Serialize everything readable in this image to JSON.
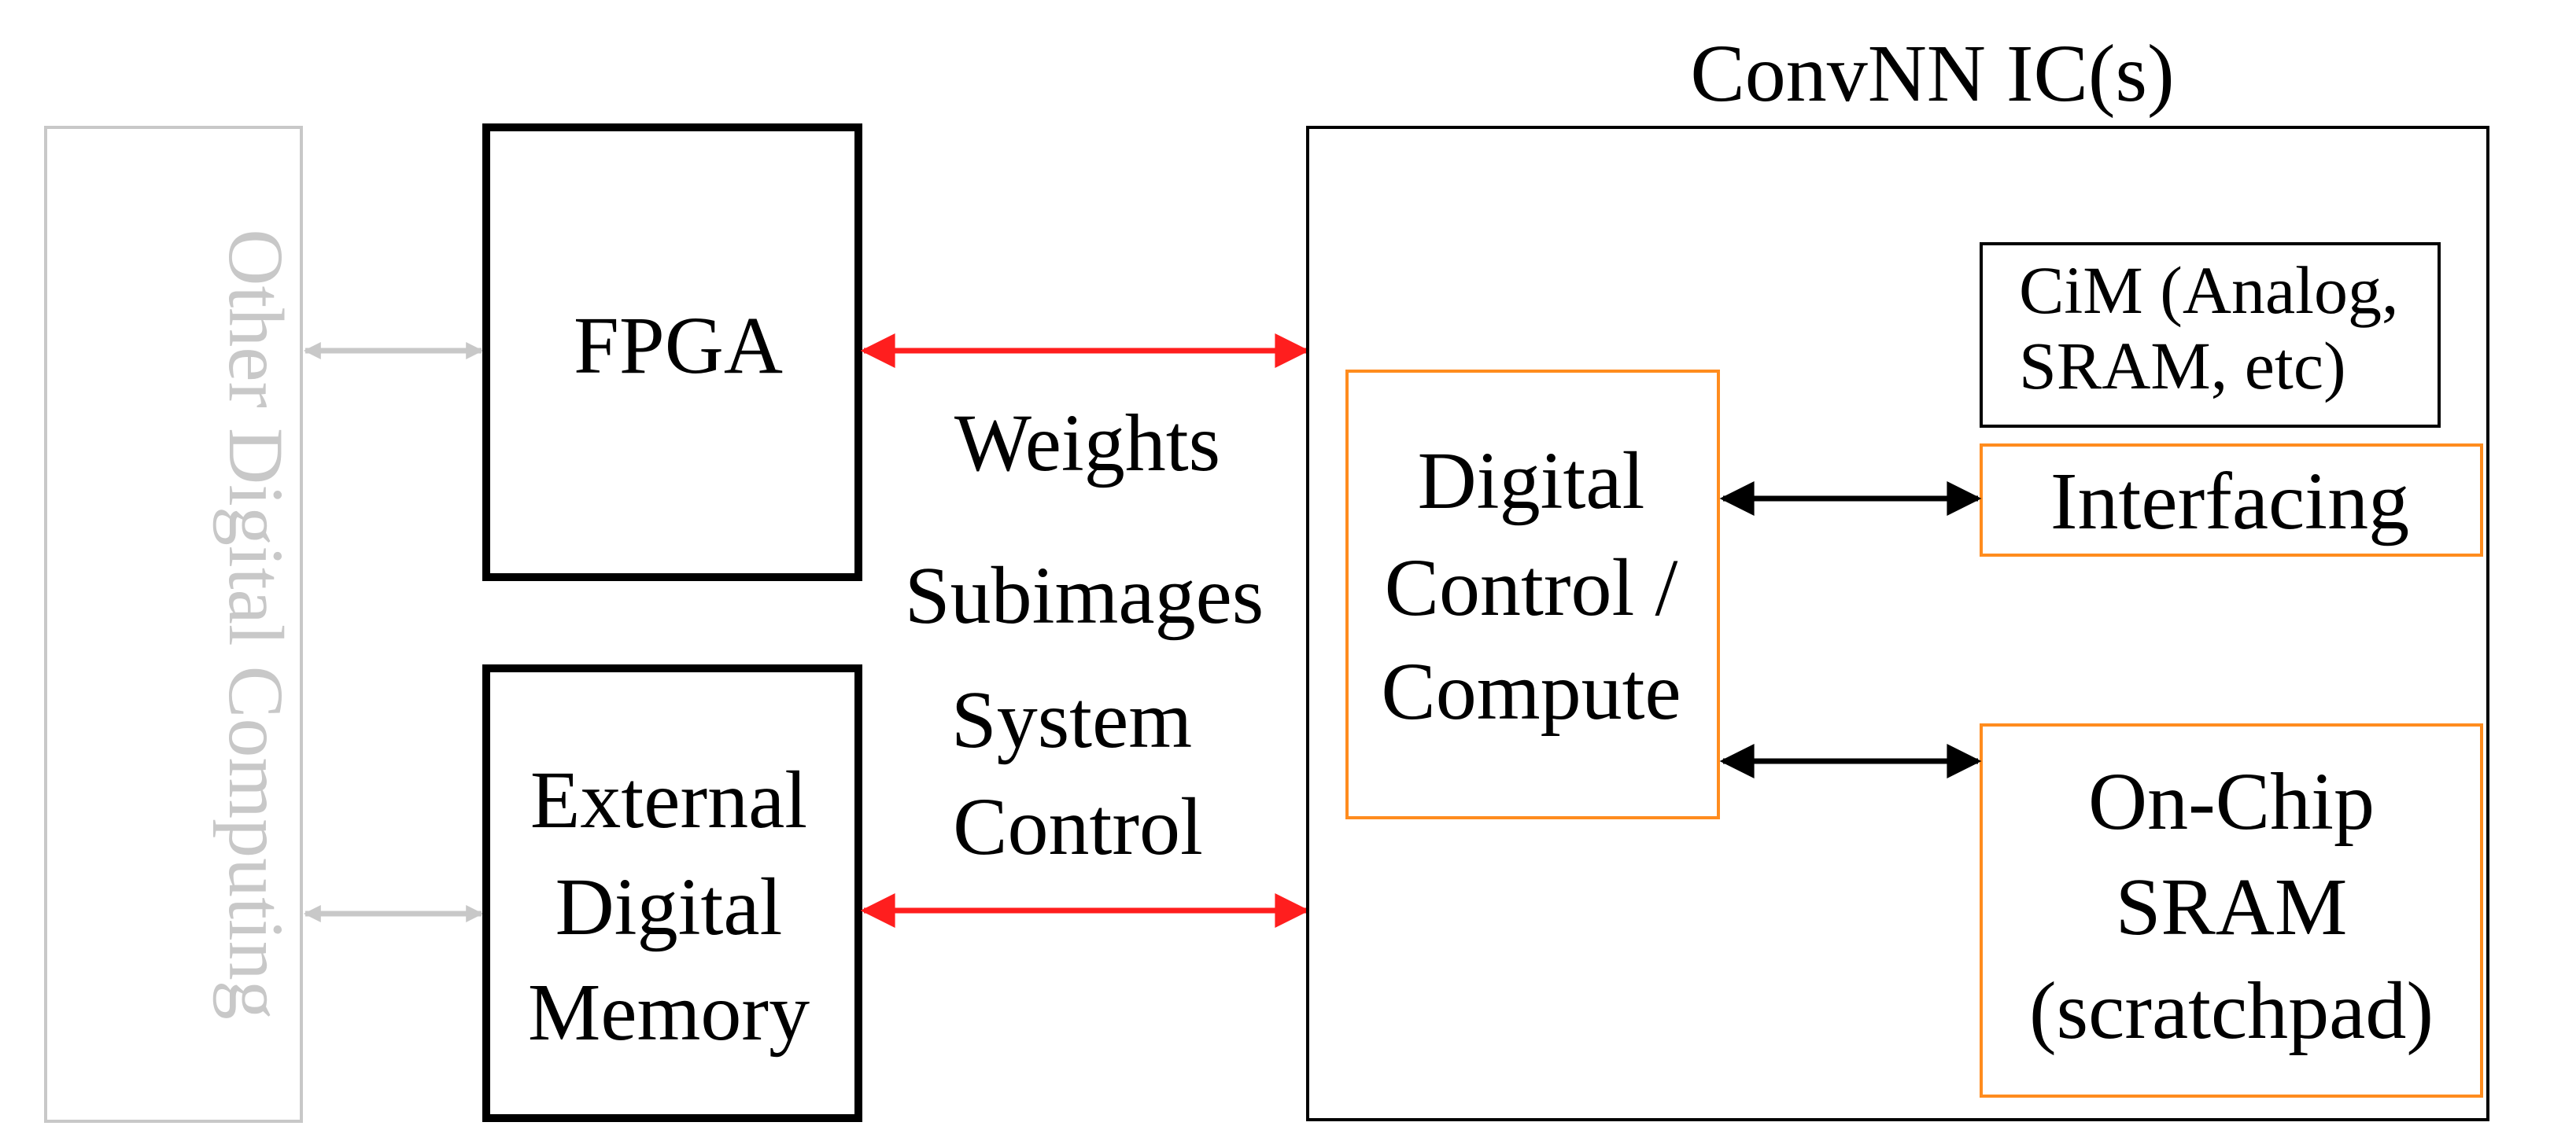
{
  "diagram": {
    "title": "ConvNN IC(s)",
    "other_computing": {
      "label": "Other Digital Computing"
    },
    "fpga": {
      "label": "FPGA"
    },
    "external_memory": {
      "lines": [
        "External",
        "Digital",
        "Memory"
      ]
    },
    "link_labels": {
      "weights": "Weights",
      "subimages": "Subimages",
      "system_control": [
        "System",
        "Control"
      ]
    },
    "digital_control": {
      "lines": [
        "Digital",
        "Control /",
        "Compute"
      ]
    },
    "cim": {
      "lines": [
        "CiM (Analog,",
        "SRAM, etc)"
      ]
    },
    "interfacing": {
      "label": "Interfacing"
    },
    "onchip_sram": {
      "lines": [
        "On-Chip",
        "SRAM",
        "(scratchpad)"
      ]
    },
    "colors": {
      "black": "#000000",
      "faded_gray": "#c8c8c8",
      "arrow_red": "#ff1e1e",
      "orange": "#ff8c1e"
    }
  }
}
